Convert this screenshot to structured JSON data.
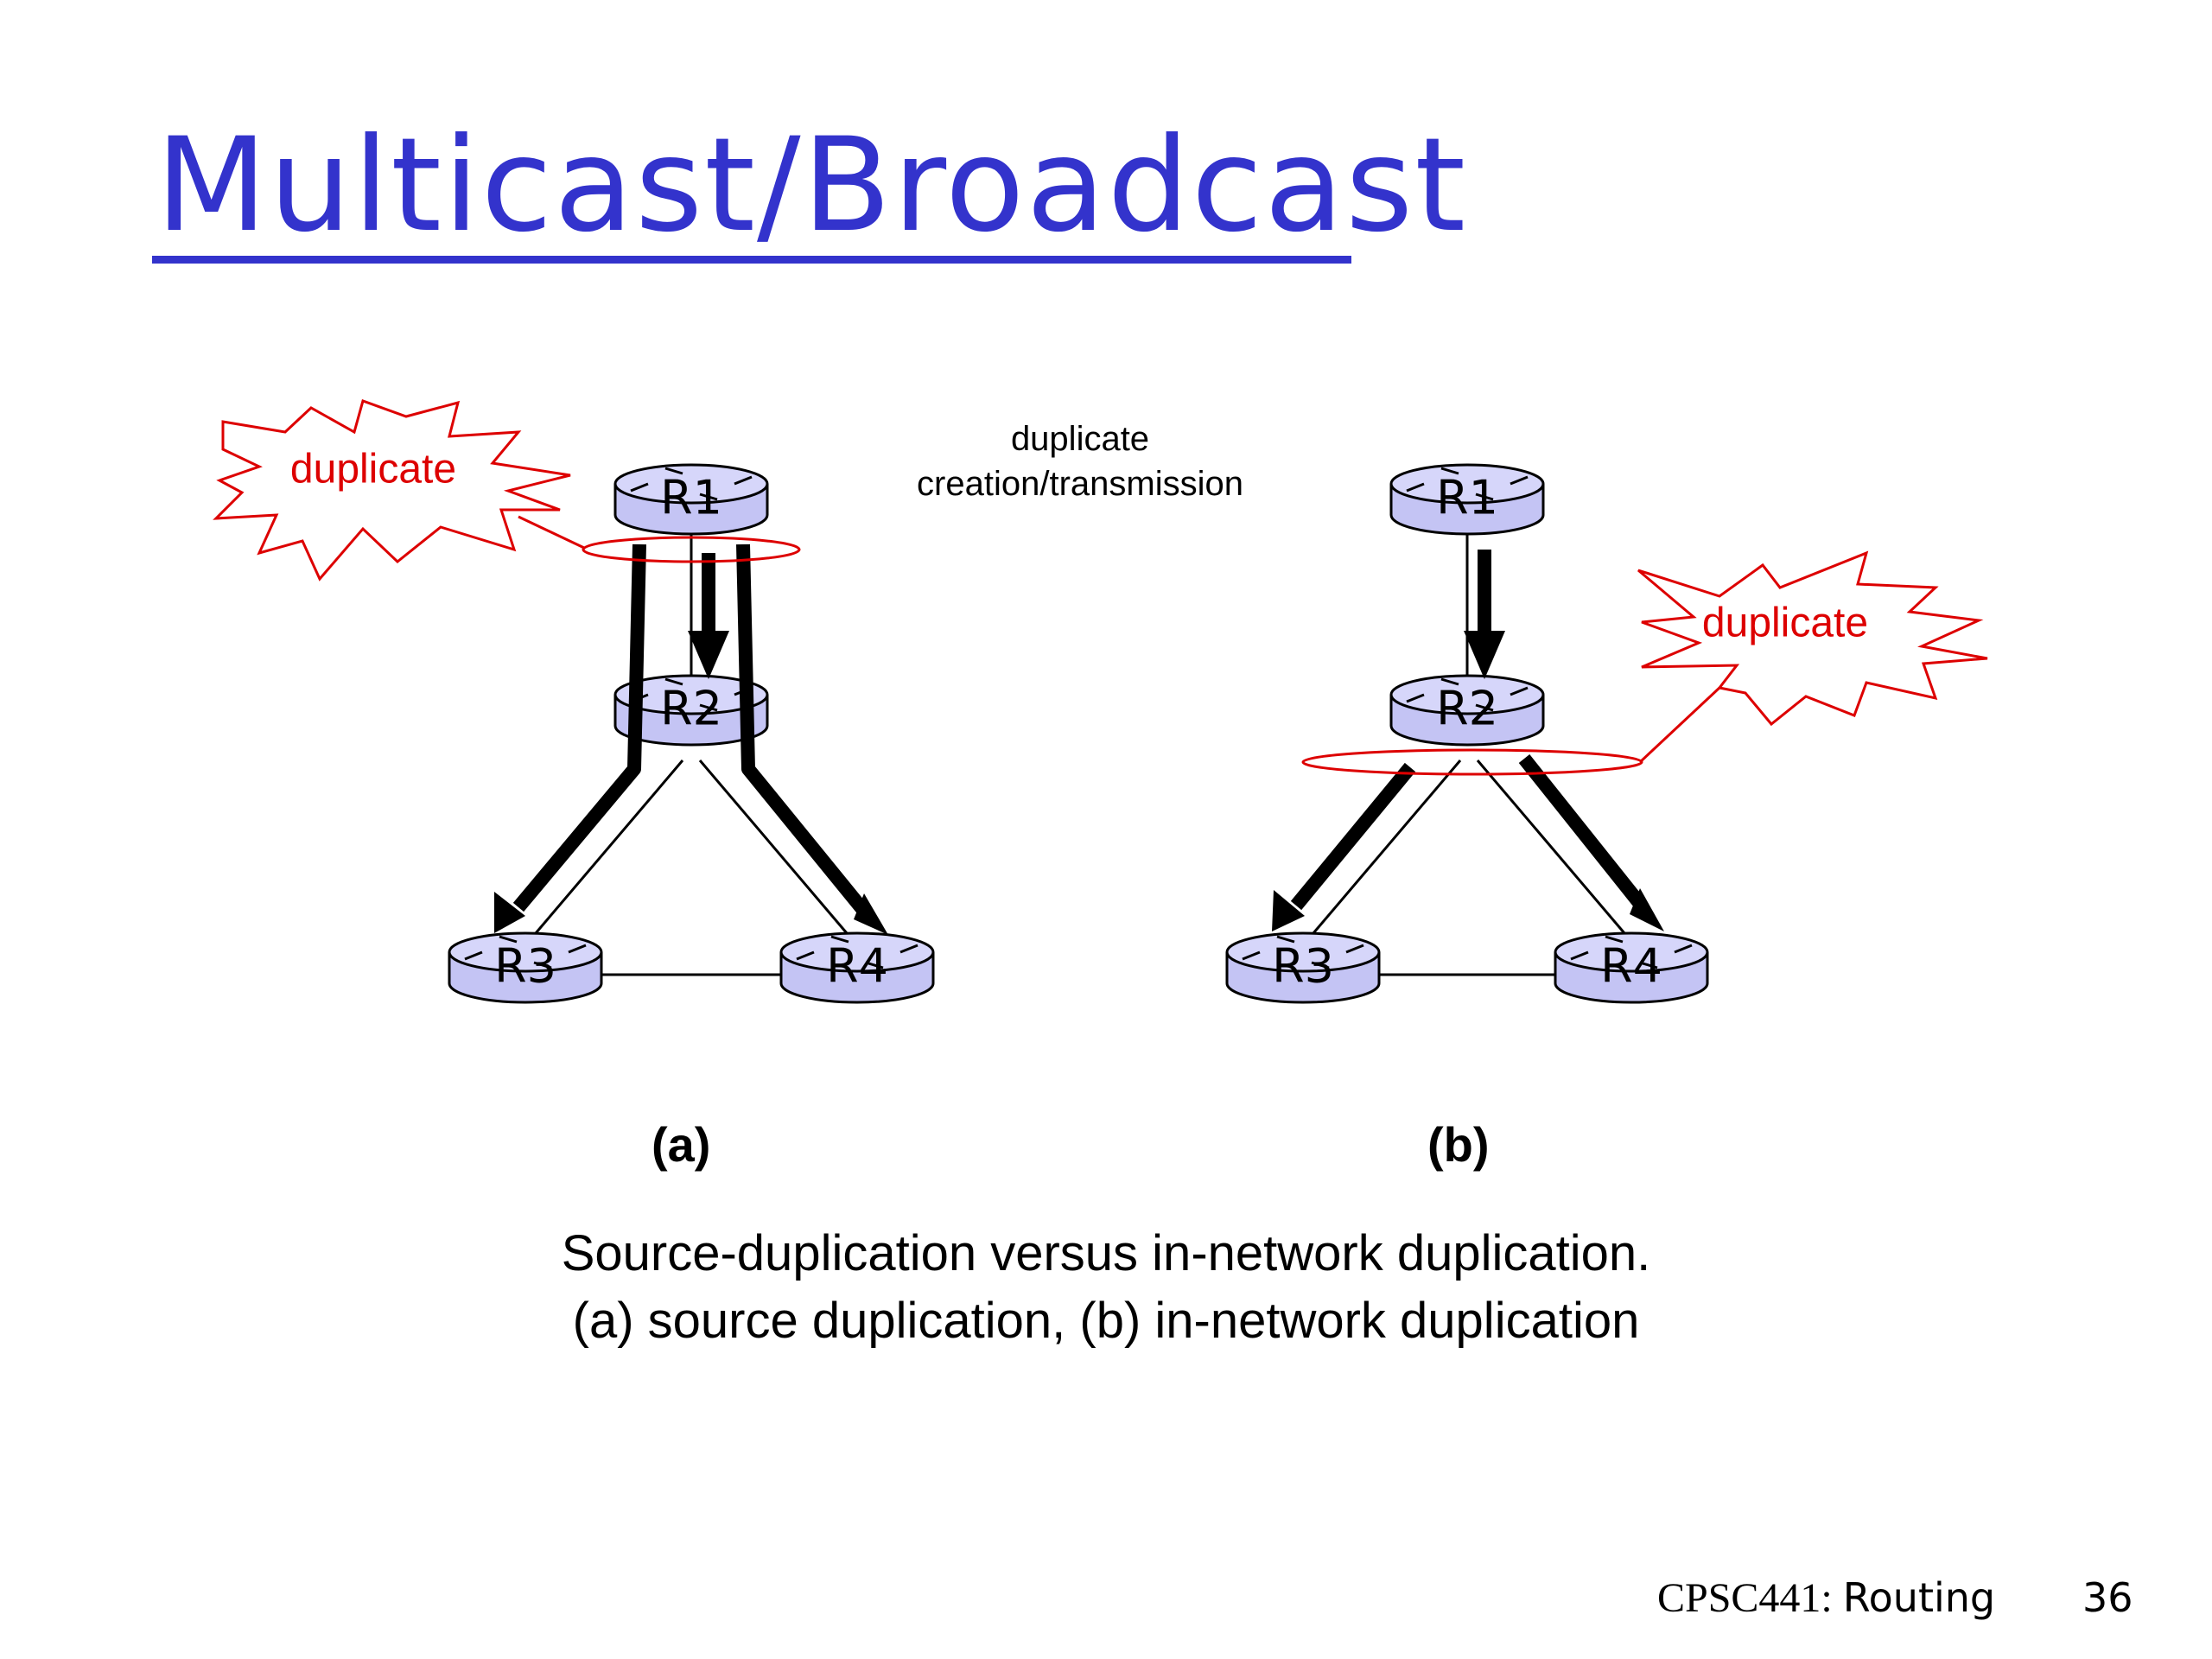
{
  "title": "Multicast/Broadcast",
  "middle_label": [
    "duplicate",
    "creation/transmission"
  ],
  "burst_label_a": "duplicate",
  "burst_label_b": "duplicate",
  "routers": {
    "r1": "R1",
    "r2": "R2",
    "r3": "R3",
    "r4": "R4"
  },
  "sublabel_a": "(a)",
  "sublabel_b": "(b)",
  "caption": [
    "Source-duplication versus in-network duplication.",
    "(a) source duplication, (b) in-network duplication"
  ],
  "footer": {
    "course": "CPSC441:",
    "topic": "Routing",
    "page": "36"
  },
  "colors": {
    "title": "#3333cc",
    "router_fill": "#c4c4f4",
    "duplicate_red": "#dd0000"
  }
}
